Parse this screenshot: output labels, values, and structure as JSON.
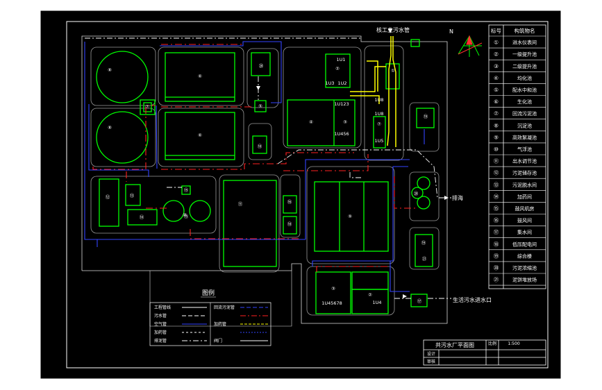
{
  "drawing": {
    "header_pipe_label": "核工业污水管",
    "outfall_label": "排海",
    "sewage_inlet_label": "生活污水进水口",
    "north_label": "N",
    "table_title": "共污水厂平面图",
    "scale_label": "比例",
    "scale_value": "1:500",
    "row2_label": "设计",
    "row3_label": "审核"
  },
  "structure_table": {
    "col_no": "标号",
    "col_name": "构筑物名",
    "rows": [
      {
        "no": "①",
        "name": "进水仪表间"
      },
      {
        "no": "②",
        "name": "一级提升池"
      },
      {
        "no": "③",
        "name": "二级提升池"
      },
      {
        "no": "④",
        "name": "均化池"
      },
      {
        "no": "⑤",
        "name": "配水中和池"
      },
      {
        "no": "⑥",
        "name": "生化池"
      },
      {
        "no": "⑦",
        "name": "回流污泥池"
      },
      {
        "no": "⑧",
        "name": "沉淀池"
      },
      {
        "no": "⑨",
        "name": "高效絮凝池"
      },
      {
        "no": "⑩",
        "name": "气浮池"
      },
      {
        "no": "⑪",
        "name": "出水调节池"
      },
      {
        "no": "⑫",
        "name": "污泥储存池"
      },
      {
        "no": "⑬",
        "name": "污泥脱水间"
      },
      {
        "no": "⑭",
        "name": "加药间"
      },
      {
        "no": "⑮",
        "name": "鼓风机房"
      },
      {
        "no": "⑯",
        "name": "鼓风间"
      },
      {
        "no": "⑰",
        "name": "集水间"
      },
      {
        "no": "⑱",
        "name": "低压配电间"
      },
      {
        "no": "⑲",
        "name": "综合楼"
      },
      {
        "no": "⑳",
        "name": "污泥浓缩池"
      },
      {
        "no": "㉑",
        "name": "泥饼堆放场"
      }
    ]
  },
  "unit_labels": {
    "u1": "1U1",
    "u2": "1U2",
    "u3": "1U3",
    "u123": "1U123",
    "u456": "1U456",
    "u8a": "1U8",
    "u8b": "1U8",
    "u5": "1U5",
    "u45678": "1U45678",
    "u4": "1U4"
  },
  "plan_numbers": {
    "n1": "①",
    "n2": "②",
    "n3": "③",
    "n4": "④",
    "n5": "⑤",
    "n6a": "⑥",
    "n6b": "⑥",
    "n7a": "⑦",
    "n7b": "⑦",
    "n8a": "⑧",
    "n8b": "⑧",
    "n9": "⑨",
    "n10": "⑩",
    "n11": "⑪",
    "n12": "⑫",
    "n13": "⑬",
    "n14": "⑭",
    "n15": "⑮",
    "n16": "⑯",
    "n17": "⑰",
    "n18": "⑱",
    "n19": "⑲",
    "n20": "⑳",
    "n21": "㉑",
    "n22": "⑳",
    "n23": "⑮",
    "n24": "⑱",
    "n25": "⑯",
    "n26": "⑲",
    "n27": "⑫",
    "n28": "⑬",
    "n29": "⑭",
    "n30": "⑤",
    "n31": "②",
    "n32": "③"
  },
  "legend": {
    "title": "图例",
    "rows": [
      {
        "a": "工程管线",
        "b": "",
        "c": "回流污泥管",
        "d": ""
      },
      {
        "a": "污水管",
        "b": "",
        "c": "",
        "d": ""
      },
      {
        "a": "空气管",
        "b": "",
        "c": "加药管",
        "d": ""
      },
      {
        "a": "加药管",
        "b": "",
        "c": "",
        "d": ""
      },
      {
        "a": "排泥管",
        "b": "",
        "c": "阀门",
        "d": ""
      }
    ]
  },
  "colors": {
    "structure": "#00ff00",
    "pipe_blue": "#3344ff",
    "pipe_red": "#ff2020",
    "pipe_yellow": "#ffff00",
    "pipe_white": "#ffffff",
    "background": "#000000"
  }
}
